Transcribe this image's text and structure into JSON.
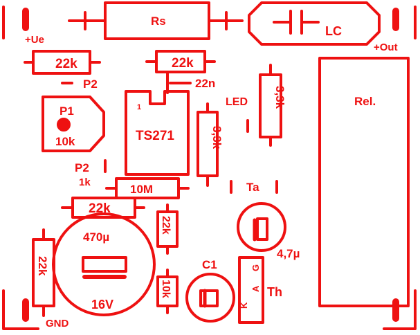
{
  "colors": {
    "silk": "#ee1111",
    "background": "#ffffff"
  },
  "labels": {
    "rs": "Rs",
    "lc": "LC",
    "ue": "+Ue",
    "out": "+Out",
    "r_22k_top": "22k",
    "p2_a": "P2",
    "r_22k_mid": "22k",
    "c_22n": "22n",
    "p1": "P1",
    "p1_val": "10k",
    "pin1": "1",
    "ic": "TS271",
    "r_3k3_a": "3,3k",
    "led": "LED",
    "r_3k3_b": "3,3k",
    "rel": "Rel.",
    "p2_b": "P2",
    "p2_b_val": "1k",
    "r_10m": "10M",
    "ta": "Ta",
    "r_22k_low": "22k",
    "r_22k_v": "22k",
    "c_470u": "470µ",
    "c_16v": "16V",
    "r_22k_left": "22k",
    "c_47u": "4,7µ",
    "c1": "C1",
    "r_10k": "10k",
    "th": "Th",
    "pin_k": "K",
    "pin_a": "A",
    "pin_g": "G",
    "gnd": "GND"
  }
}
